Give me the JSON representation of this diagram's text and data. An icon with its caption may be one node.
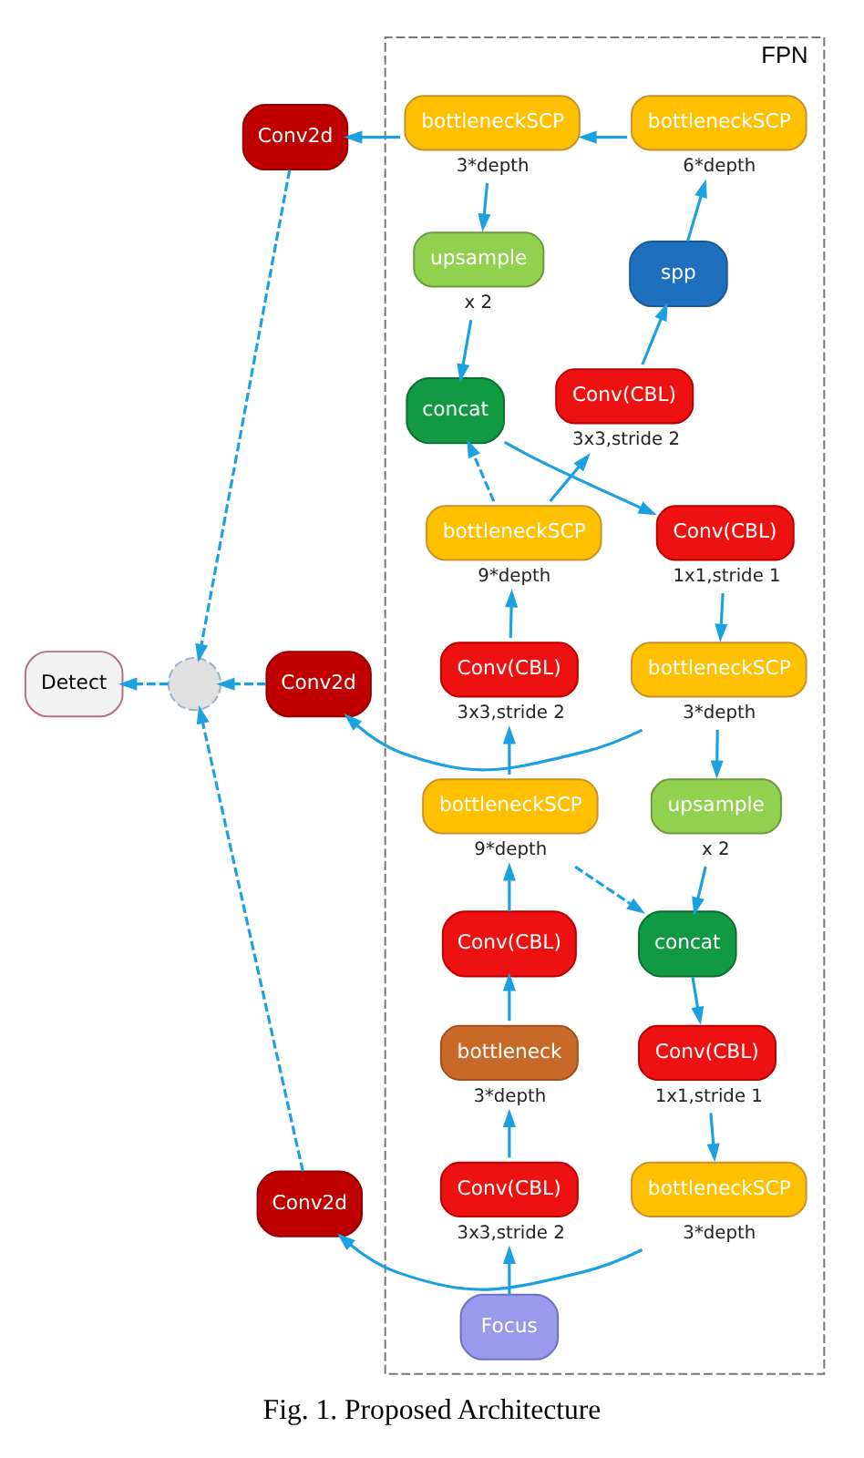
{
  "diagram": {
    "caption": "Fig. 1. Proposed Architecture",
    "nodes": [
      {
        "text": [
          "Detect"
        ]
      },
      {
        "text": [],
        "shape": "circle"
      },
      {
        "text": [
          "Conv2d"
        ]
      },
      {
        "text": [
          "Conv2d"
        ]
      },
      {
        "text": [
          "Conv2d"
        ]
      },
      {
        "text": [
          "FPN"
        ]
      },
      {
        "text": [
          "bottleneckSCP"
        ],
        "in": 5,
        "beside": [
          "3*depth"
        ]
      },
      {
        "text": [
          "Conv(CBL)"
        ],
        "in": 5,
        "beside": [
          "1x1,stride 1"
        ]
      },
      {
        "text": [
          "concat"
        ],
        "in": 5
      },
      {
        "text": [
          "upsample"
        ],
        "in": 5,
        "beside": [
          "x 2"
        ]
      },
      {
        "text": [
          "bottleneckSCP"
        ],
        "in": 5,
        "beside": [
          "3*depth"
        ]
      },
      {
        "text": [
          "Conv(CBL)"
        ],
        "in": 5,
        "beside": [
          "1x1,stride 1"
        ]
      },
      {
        "text": [
          "concat"
        ],
        "in": 5
      },
      {
        "text": [
          "upsample"
        ],
        "in": 5,
        "beside": [
          "x 2"
        ]
      },
      {
        "text": [
          "bottleneckSCP"
        ],
        "in": 5,
        "beside": [
          "3*depth"
        ]
      },
      {
        "text": [
          "Focus"
        ],
        "in": 5
      },
      {
        "text": [
          "Conv(CBL)"
        ],
        "in": 5,
        "beside": [
          "3x3,stride 2"
        ]
      },
      {
        "text": [
          "bottleneck"
        ],
        "in": 5,
        "beside": [
          "3*depth"
        ]
      },
      {
        "text": [
          "Conv(CBL)"
        ],
        "in": 5
      },
      {
        "text": [
          "bottleneckSCP"
        ],
        "in": 5,
        "beside": [
          "9*depth"
        ]
      },
      {
        "text": [
          "Conv(CBL)"
        ],
        "in": 5,
        "beside": [
          "3x3,stride 2"
        ]
      },
      {
        "text": [
          "bottleneckSCP"
        ],
        "in": 5,
        "beside": [
          "9*depth"
        ]
      },
      {
        "text": [
          "Conv(CBL)"
        ],
        "in": 5,
        "beside": [
          "3x3,stride 2"
        ]
      },
      {
        "text": [
          "spp"
        ],
        "in": 5
      },
      {
        "text": [
          "bottleneckSCP"
        ],
        "in": 5,
        "beside": [
          "6*depth"
        ]
      }
    ],
    "edges": [
      {
        "from": 15,
        "to": 16,
        "arrow": "to"
      },
      {
        "from": 16,
        "to": 17,
        "arrow": "to"
      },
      {
        "from": 17,
        "to": 18,
        "arrow": "to"
      },
      {
        "from": 18,
        "to": 19,
        "arrow": "to"
      },
      {
        "from": 19,
        "to": 20,
        "arrow": "to"
      },
      {
        "from": 20,
        "to": 21,
        "arrow": "to"
      },
      {
        "from": 21,
        "to": 22,
        "arrow": "to"
      },
      {
        "from": 22,
        "to": 23,
        "arrow": "to"
      },
      {
        "from": 23,
        "to": 24,
        "arrow": "to"
      },
      {
        "from": 24,
        "to": 14,
        "arrow": "to"
      },
      {
        "from": 14,
        "to": 13,
        "arrow": "to"
      },
      {
        "from": 13,
        "to": 12,
        "arrow": "to"
      },
      {
        "from": 12,
        "to": 11,
        "arrow": "to"
      },
      {
        "from": 11,
        "to": 10,
        "arrow": "to"
      },
      {
        "from": 10,
        "to": 9,
        "arrow": "to"
      },
      {
        "from": 9,
        "to": 8,
        "arrow": "to"
      },
      {
        "from": 8,
        "to": 7,
        "arrow": "to"
      },
      {
        "from": 7,
        "to": 6,
        "arrow": "to"
      },
      {
        "from": 21,
        "to": 12,
        "arrow": "to",
        "style": "dashed"
      },
      {
        "from": 19,
        "to": 8,
        "arrow": "to",
        "style": "dashed"
      },
      {
        "from": 6,
        "to": 2,
        "arrow": "to"
      },
      {
        "from": 10,
        "to": 3,
        "arrow": "to"
      },
      {
        "from": 14,
        "to": 4,
        "arrow": "to"
      },
      {
        "from": 2,
        "to": 1,
        "arrow": "to",
        "style": "dashed"
      },
      {
        "from": 3,
        "to": 1,
        "arrow": "to",
        "style": "dashed"
      },
      {
        "from": 4,
        "to": 1,
        "arrow": "to",
        "style": "dashed"
      },
      {
        "from": 1,
        "to": 0,
        "arrow": "to",
        "style": "dashed"
      }
    ]
  }
}
